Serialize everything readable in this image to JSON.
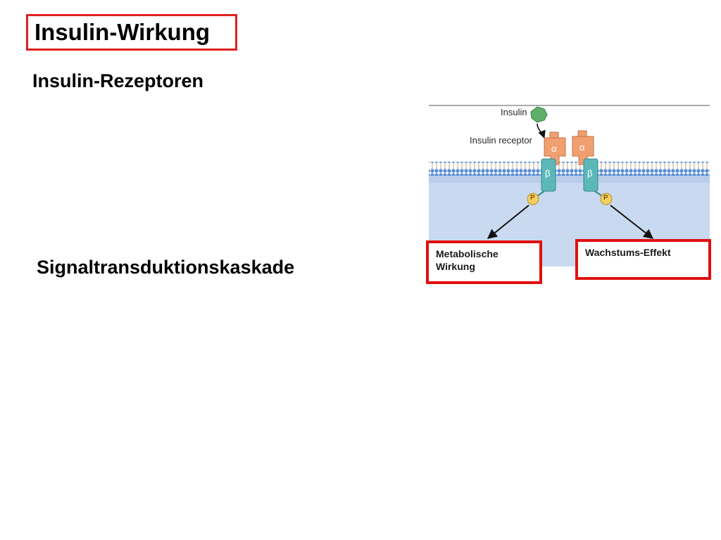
{
  "slide": {
    "title": "Insulin-Wirkung",
    "subtitle": "Insulin-Rezeptoren",
    "cascade_label": "Signaltransduktionskaskade"
  },
  "diagram": {
    "insulin_label": "Insulin",
    "receptor_label": "Insulin receptor",
    "alpha_symbol": "α",
    "beta_symbol": "β",
    "phosphate_symbol": "P",
    "outcome_left": [
      "Metabolische",
      "Wirkung"
    ],
    "outcome_right": "Wachstums-Effekt",
    "colors": {
      "accent_red": "#e01010",
      "membrane_blue": "#5b8fd6",
      "cytoplasm": "#c9d9f0",
      "alpha_subunit": "#f0a070",
      "beta_subunit": "#5cb8b8",
      "phosphate": "#f5d060",
      "insulin": "#5fae6a"
    }
  }
}
